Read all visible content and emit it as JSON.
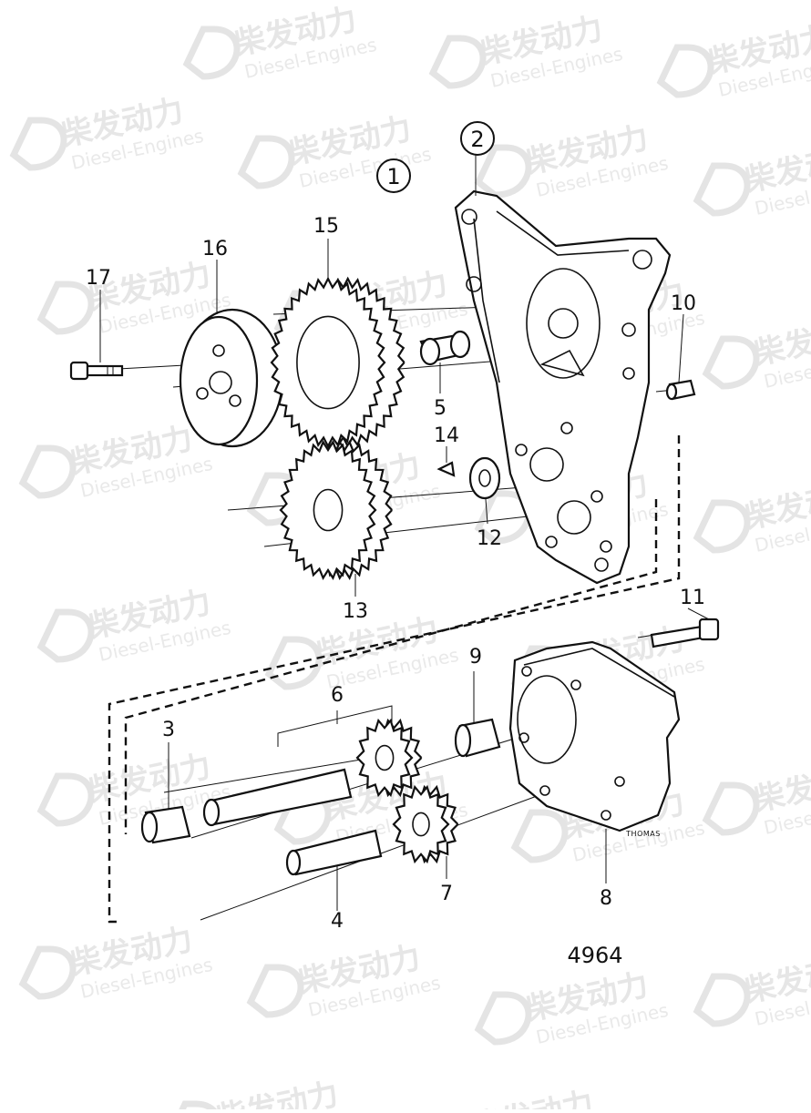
{
  "diagram": {
    "figure_number": "4964",
    "artist_signature": "THOMAS",
    "group_markers": [
      "1",
      "2"
    ],
    "part_labels": [
      "3",
      "4",
      "5",
      "6",
      "7",
      "8",
      "9",
      "10",
      "11",
      "12",
      "13",
      "14",
      "15",
      "16",
      "17"
    ],
    "watermark": {
      "brand": "柴发动力",
      "sub": "Diesel-Engines"
    }
  }
}
